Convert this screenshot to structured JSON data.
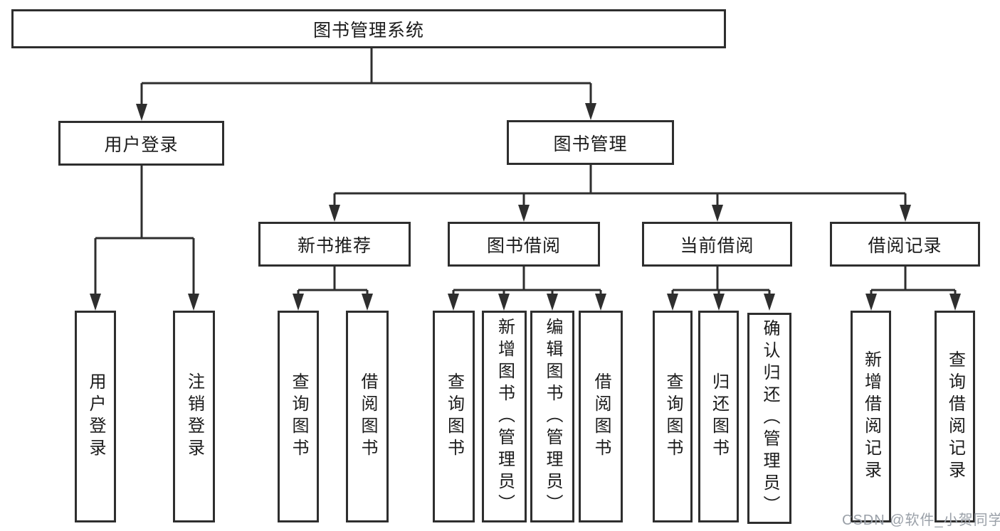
{
  "diagram": {
    "root": {
      "label": "图书管理系统"
    },
    "branches": [
      {
        "label": "用户登录",
        "children": [
          {
            "label": "用户登录"
          },
          {
            "label": "注销登录"
          }
        ]
      },
      {
        "label": "图书管理",
        "children": [
          {
            "label": "新书推荐",
            "children": [
              {
                "label": "查询图书"
              },
              {
                "label": "借阅图书"
              }
            ]
          },
          {
            "label": "图书借阅",
            "children": [
              {
                "label": "查询图书"
              },
              {
                "label": "新增图书（管理员）"
              },
              {
                "label": "编辑图书（管理员）"
              },
              {
                "label": "借阅图书"
              }
            ]
          },
          {
            "label": "当前借阅",
            "children": [
              {
                "label": "查询图书"
              },
              {
                "label": "归还图书"
              },
              {
                "label": "确认归还（管理员）"
              }
            ]
          },
          {
            "label": "借阅记录",
            "children": [
              {
                "label": "新增借阅记录"
              },
              {
                "label": "查询借阅记录"
              }
            ]
          }
        ]
      }
    ]
  },
  "watermark": {
    "text": "CSDN @软件_小贺同学"
  },
  "colors": {
    "line": "#2e2e2e",
    "text": "#1b1b1b",
    "background": "#ffffff",
    "watermark": "#9aa0a8"
  }
}
